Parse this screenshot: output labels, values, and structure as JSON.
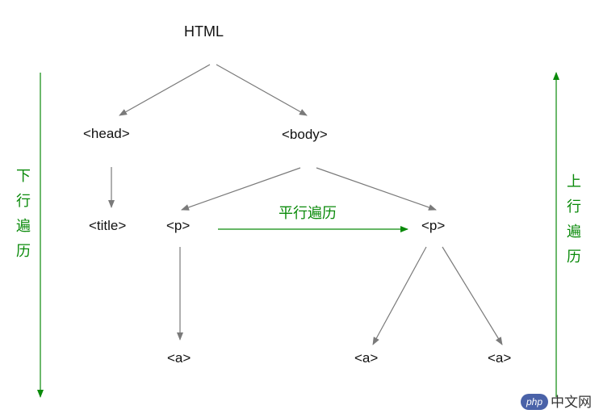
{
  "nodes": {
    "html": "HTML",
    "head": "<head>",
    "body": "<body>",
    "title": "<title>",
    "p1": "<p>",
    "p2": "<p>",
    "a1": "<a>",
    "a2": "<a>",
    "a3": "<a>"
  },
  "labels": {
    "down": [
      "下",
      "行",
      "遍",
      "历"
    ],
    "up": [
      "上",
      "行",
      "遍",
      "历"
    ],
    "parallel": "平行遍历"
  },
  "watermark": {
    "badge": "php",
    "text": "中文网"
  },
  "colors": {
    "tree_edge": "#7a7a7a",
    "traversal": "#0a8a0a",
    "text": "#111111"
  }
}
